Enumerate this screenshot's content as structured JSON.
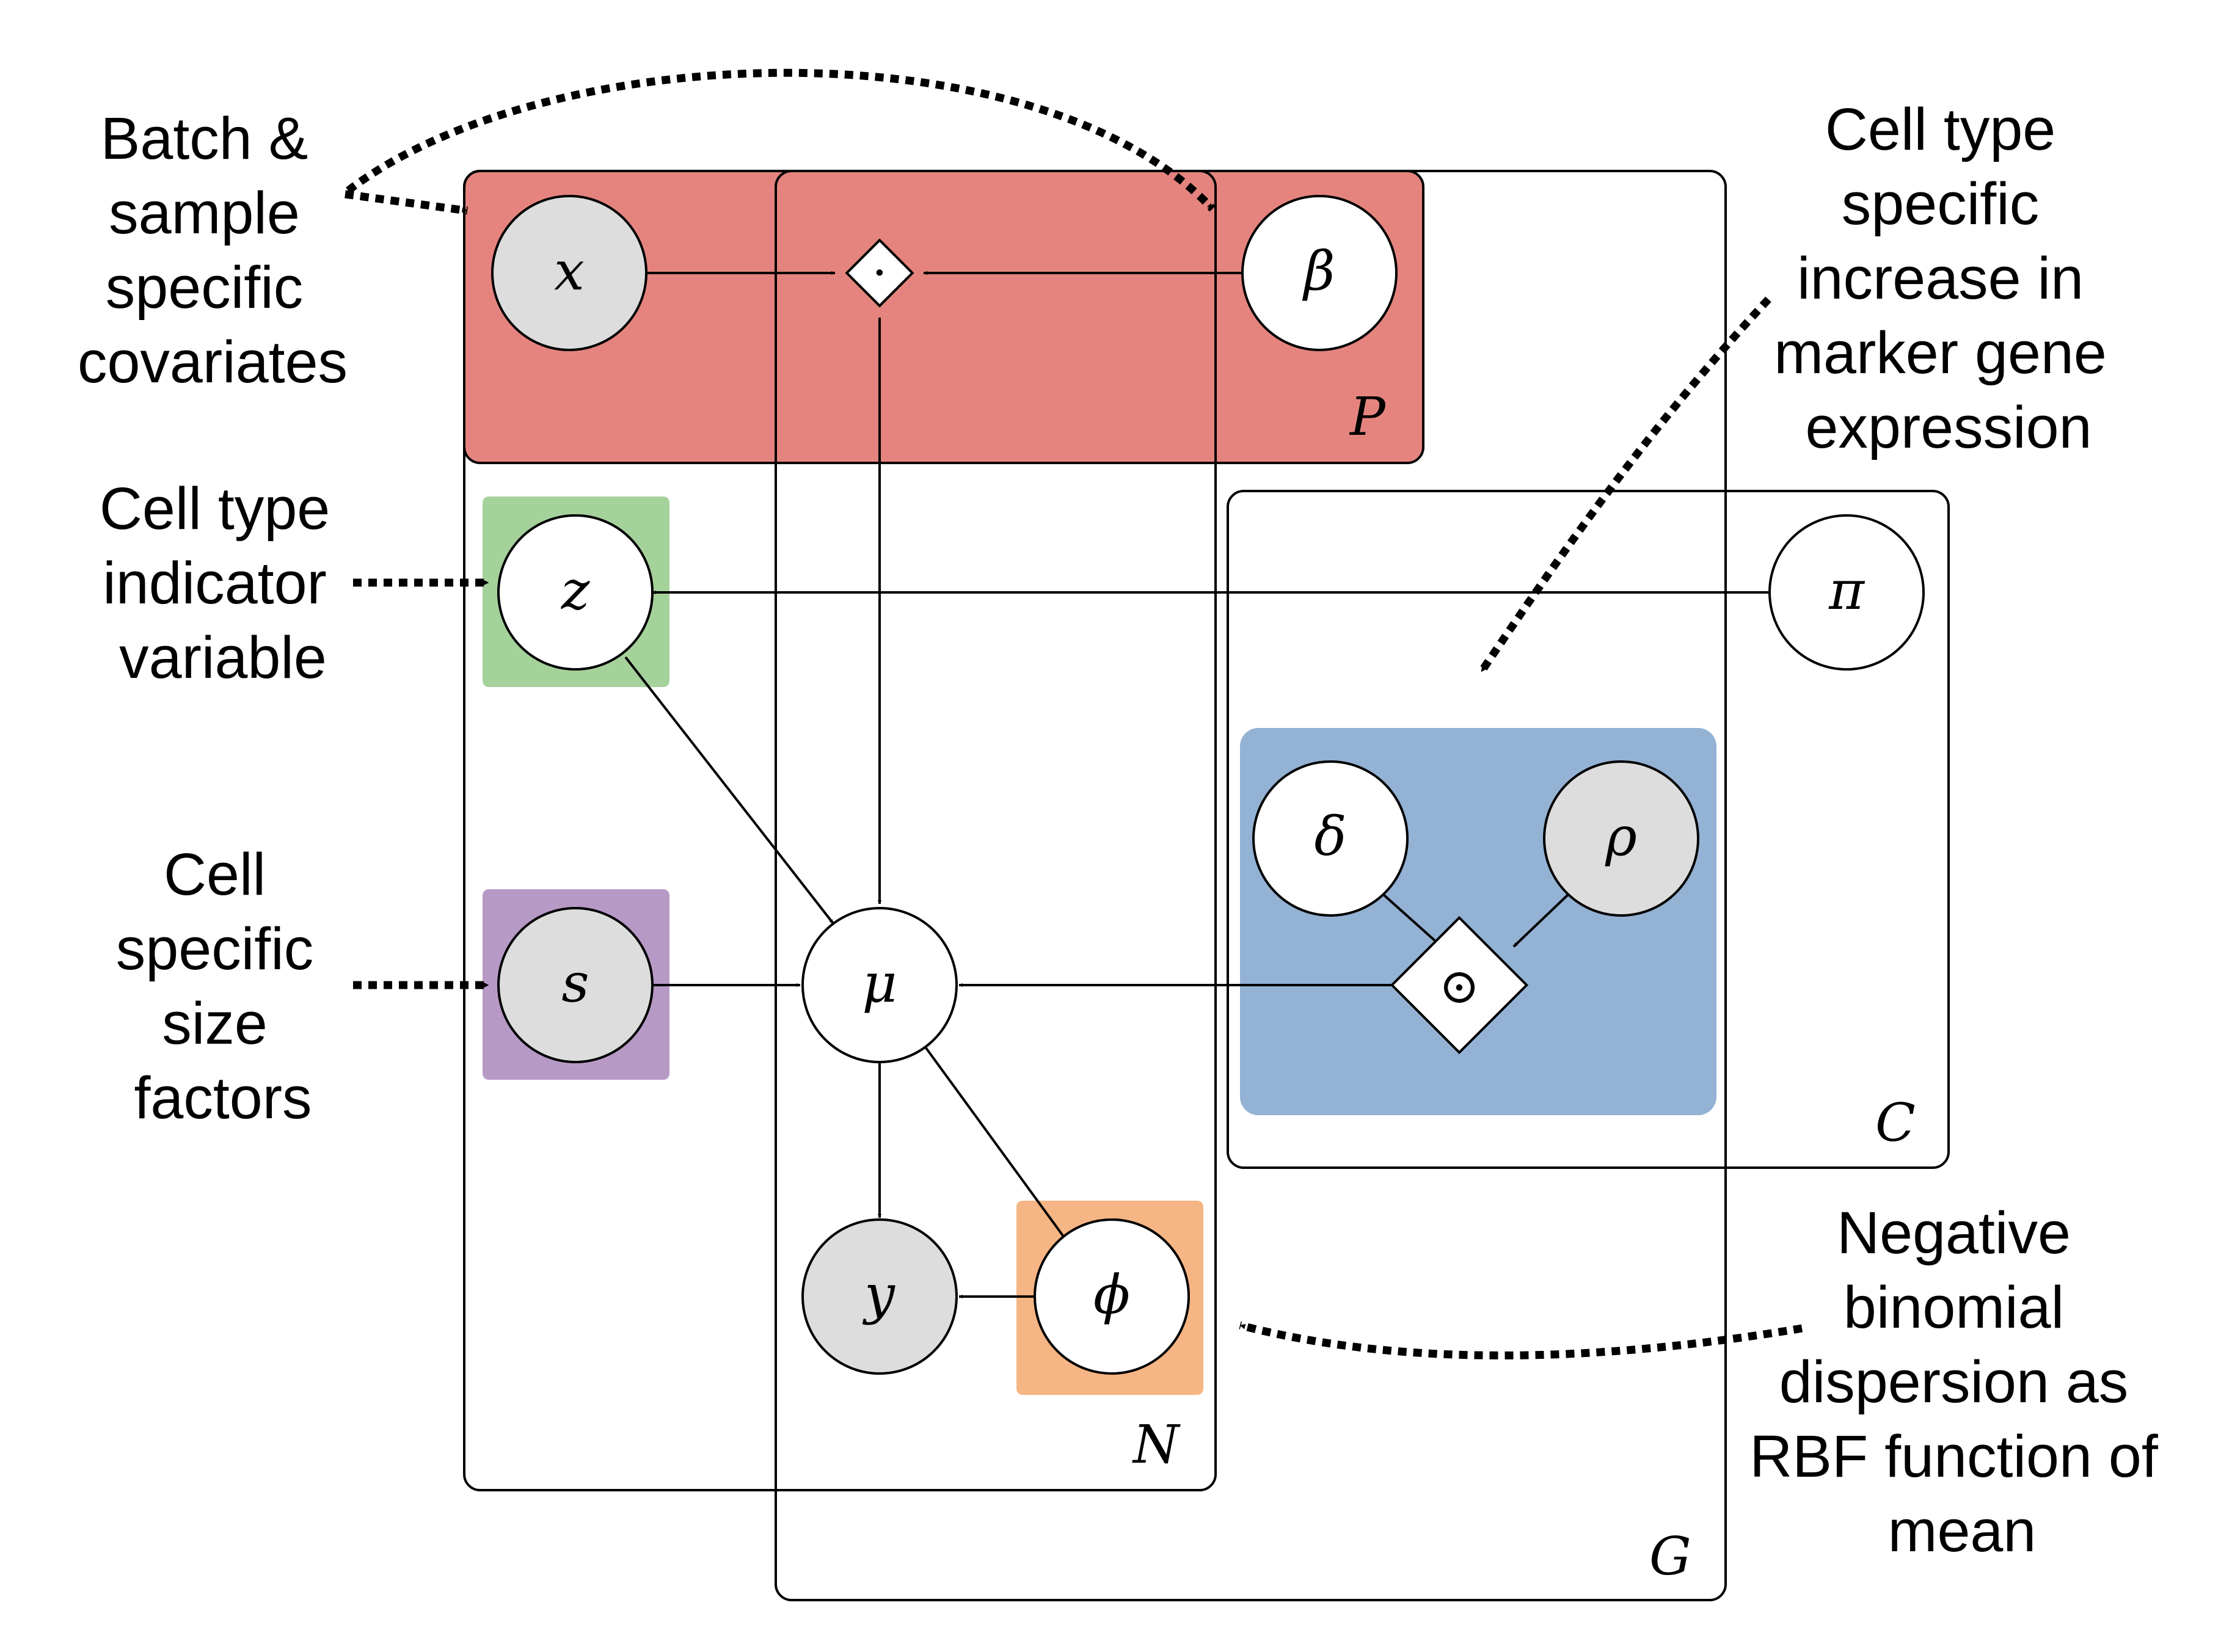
{
  "colors": {
    "plate_P": "#E5847E",
    "box_z": "#A5D19B",
    "box_s": "#B799C6",
    "box_phi": "#F6B584",
    "box_delta_rho": "#93B2D4",
    "observed_node": "#DDDDDD",
    "latent_node": "#FFFFFF"
  },
  "plates": {
    "P": "P",
    "N": "N",
    "G": "G",
    "C": "C"
  },
  "nodes": {
    "x": "x",
    "beta": "β",
    "z": "z",
    "pi": "π",
    "s": "s",
    "mu": "μ",
    "delta": "δ",
    "rho": "ρ",
    "y": "y",
    "phi": "ϕ"
  },
  "operators": {
    "dot": "·",
    "hadamard": "⊙"
  },
  "annotations": {
    "batch": [
      "Batch &",
      "sample",
      "specific",
      "covariates"
    ],
    "cell_type_indicator": [
      "Cell type",
      "indicator",
      "variable"
    ],
    "size_factors": [
      "Cell",
      "specific",
      "size",
      "factors"
    ],
    "marker_increase": [
      "Cell type",
      "specific",
      "increase in",
      "marker gene",
      "expression"
    ],
    "dispersion": [
      "Negative",
      "binomial",
      "dispersion as",
      "RBF function of",
      "mean"
    ]
  }
}
